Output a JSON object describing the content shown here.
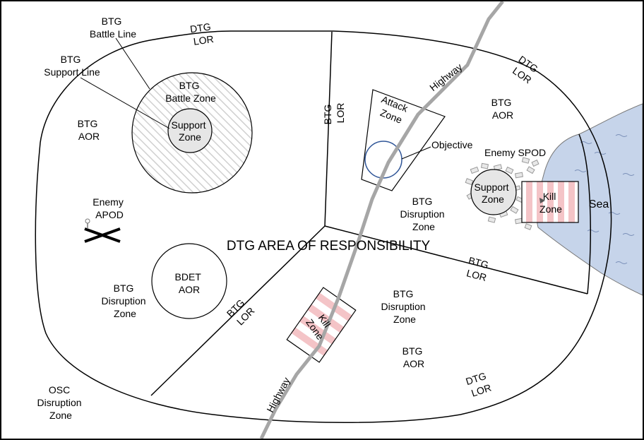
{
  "title": "DTG AREA OF RESPONSIBILITY",
  "colors": {
    "sea": "#c6d4ea",
    "kill_zone_stripe": "#f4c4c7",
    "highway": "#a6a6a6",
    "hatch": "#d0d0d0",
    "support_zone_fill": "#e6e6e6"
  },
  "labels": {
    "btg_battle_line": [
      "BTG",
      "Battle Line"
    ],
    "btg_support_line": [
      "BTG",
      "Support Line"
    ],
    "btg_aor_nw": [
      "BTG",
      "AOR"
    ],
    "btg_battle_zone": [
      "BTG",
      "Battle Zone"
    ],
    "support_zone_nw": [
      "Support",
      "Zone"
    ],
    "dtg_lor_top": [
      "DTG",
      "LOR"
    ],
    "btg_lor_vertical": [
      "BTG",
      "LOR"
    ],
    "attack_zone": [
      "Attack",
      "Zone"
    ],
    "objective": "Objective",
    "highway_north": "Highway",
    "dtg_lor_ne": [
      "DTG",
      "LOR"
    ],
    "btg_aor_ne": [
      "BTG",
      "AOR"
    ],
    "enemy_spod": "Enemy SPOD",
    "support_zone_e": [
      "Support",
      "Zone"
    ],
    "kill_zone_e": [
      "Kill",
      "Zone"
    ],
    "sea": "Sea",
    "enemy_apod": [
      "Enemy",
      "APOD"
    ],
    "btg_disruption_center": [
      "BTG",
      "Disruption",
      "Zone"
    ],
    "bdet_aor": [
      "BDET",
      "AOR"
    ],
    "btg_disruption_w": [
      "BTG",
      "Disruption",
      "Zone"
    ],
    "btg_lor_diag": [
      "BTG",
      "LOR"
    ],
    "kill_zone_s": [
      "Kill",
      "Zone"
    ],
    "btg_disruption_s": [
      "BTG",
      "Disruption",
      "Zone"
    ],
    "btg_lor_e": [
      "BTG",
      "LOR"
    ],
    "btg_aor_s": [
      "BTG",
      "AOR"
    ],
    "osc_disruption": [
      "OSC",
      "Disruption",
      "Zone"
    ],
    "highway_south": "Highway",
    "dtg_lor_bottom": [
      "DTG",
      "LOR"
    ]
  }
}
